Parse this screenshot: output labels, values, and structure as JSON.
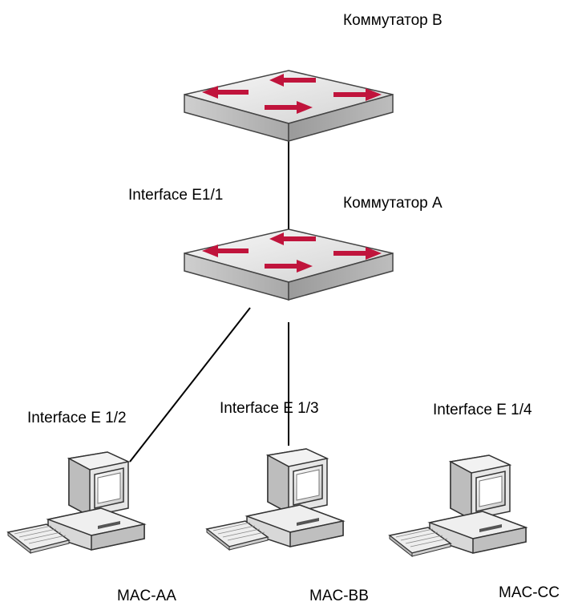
{
  "switches": {
    "b": {
      "name": "Коммутатор B"
    },
    "a": {
      "name": "Коммутатор A"
    }
  },
  "interfaces": {
    "uplink": "Interface E1/1",
    "e12": "Interface E 1/2",
    "e13": "Interface E 1/3",
    "e14": "Interface E 1/4"
  },
  "hosts": [
    {
      "mac": "MAC-AA"
    },
    {
      "mac": "MAC-BB"
    },
    {
      "mac": "MAC-CC"
    }
  ],
  "colors": {
    "arrow": "#c0143c",
    "device": "#dcdcdc",
    "line": "#000000"
  }
}
